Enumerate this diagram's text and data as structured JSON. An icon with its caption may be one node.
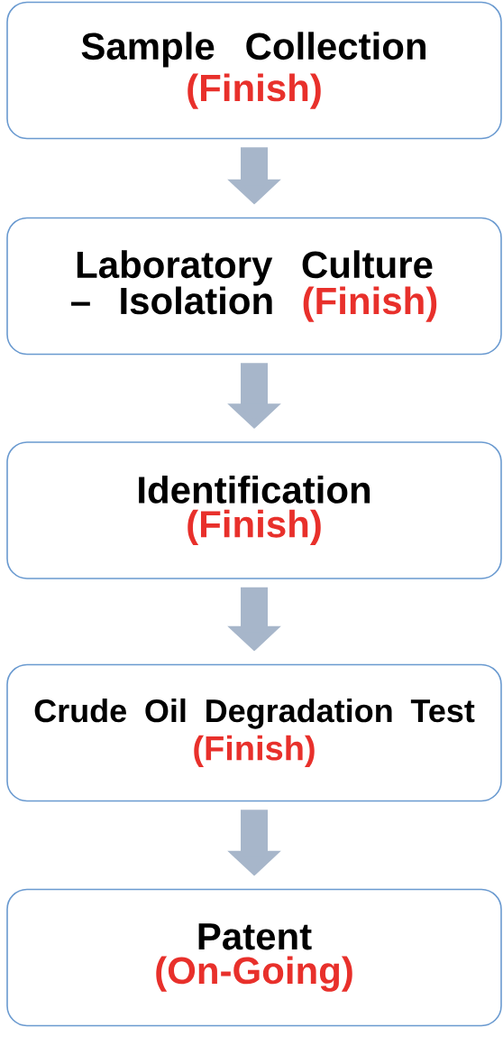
{
  "diagram": {
    "nodes": [
      {
        "text": [
          "Sample Collection",
          "(Finish)"
        ]
      },
      {
        "text": [
          "Laboratory Culture – Isolation",
          "(Finish)"
        ]
      },
      {
        "text": [
          "Identification",
          "(Finish)"
        ]
      },
      {
        "text": [
          "Crude Oil Degradation Test",
          "(Finish)"
        ]
      },
      {
        "text": [
          "Patent",
          "(On-Going)"
        ]
      }
    ],
    "edges": [
      {
        "from": 0,
        "to": 1,
        "arrow": "to"
      },
      {
        "from": 1,
        "to": 2,
        "arrow": "to"
      },
      {
        "from": 2,
        "to": 3,
        "arrow": "to"
      },
      {
        "from": 3,
        "to": 4,
        "arrow": "to"
      }
    ]
  }
}
